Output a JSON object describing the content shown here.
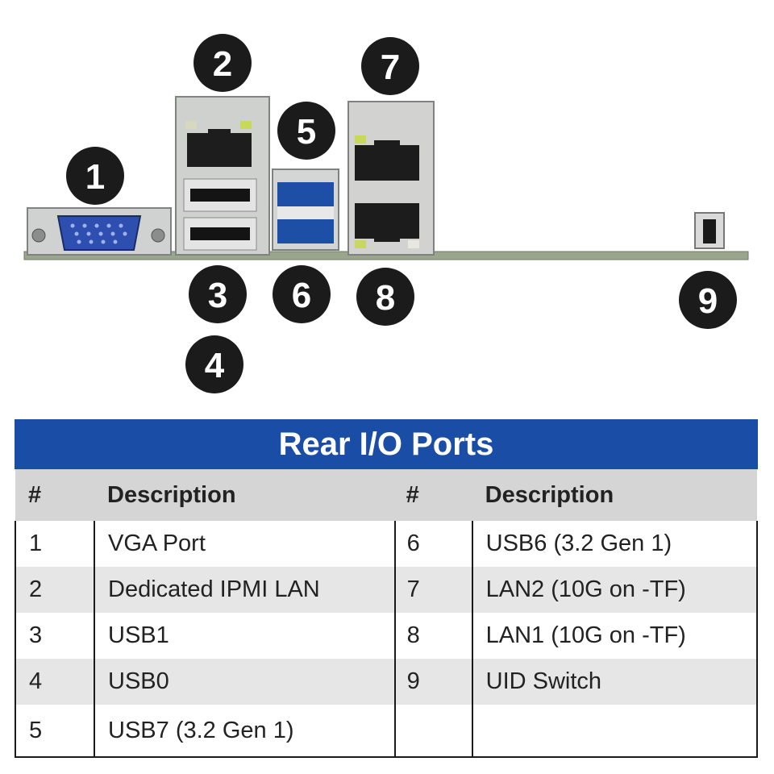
{
  "diagram": {
    "callouts": [
      "1",
      "2",
      "3",
      "4",
      "5",
      "6",
      "7",
      "8",
      "9"
    ]
  },
  "table": {
    "title": "Rear I/O Ports",
    "headers": [
      "#",
      "Description",
      "#",
      "Description"
    ],
    "rows": [
      {
        "n1": "1",
        "d1": "VGA Port",
        "n2": "6",
        "d2": "USB6 (3.2 Gen 1)"
      },
      {
        "n1": "2",
        "d1": "Dedicated IPMI LAN",
        "n2": "7",
        "d2": "LAN2 (10G on -TF)"
      },
      {
        "n1": "3",
        "d1": "USB1",
        "n2": "8",
        "d2": "LAN1 (10G on -TF)"
      },
      {
        "n1": "4",
        "d1": "USB0",
        "n2": "9",
        "d2": "UID Switch"
      },
      {
        "n1": "5",
        "d1": "USB7 (3.2 Gen 1)",
        "n2": "",
        "d2": ""
      }
    ],
    "colors": {
      "header_bar": "#1a4da6",
      "column_header": "#d5d5d6",
      "row_alt": "#e6e6e7"
    }
  }
}
